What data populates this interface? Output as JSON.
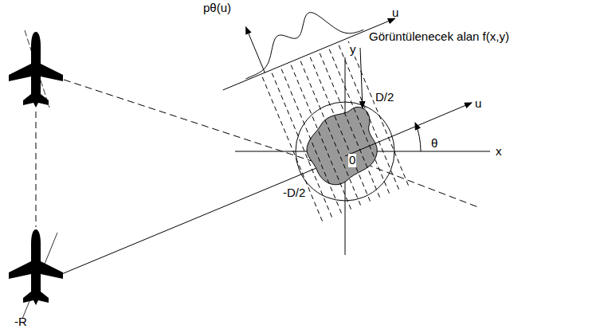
{
  "diagram": {
    "labels": [
      "pθ(u)",
      "u",
      "Görüntülenecek alan f(x,y)",
      "y",
      "D/2",
      "u",
      "θ",
      "x",
      "-D/2",
      "0",
      "-R"
    ]
  }
}
